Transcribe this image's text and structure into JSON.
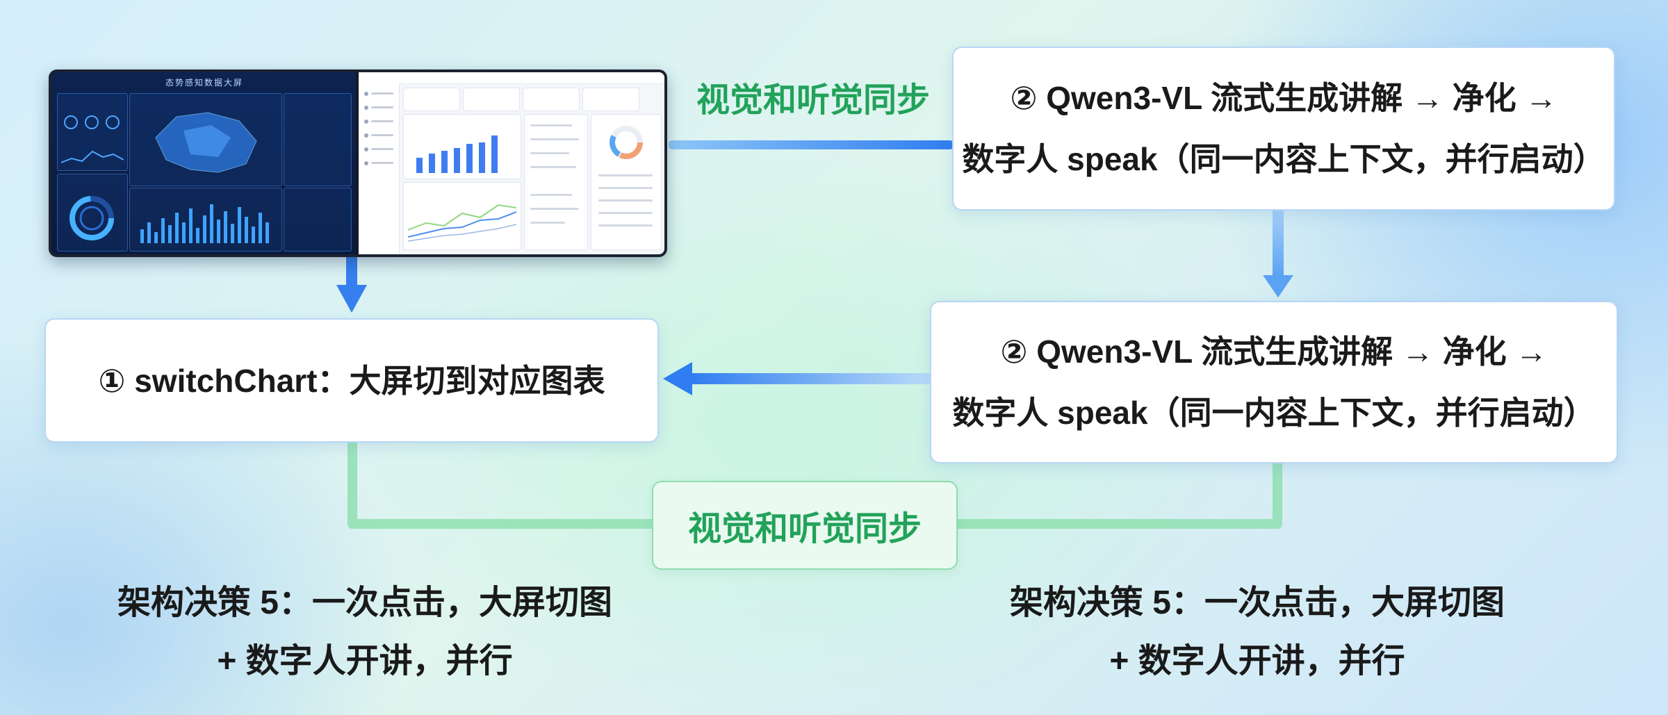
{
  "step1": {
    "text": "① switchChart：大屏切到对应图表"
  },
  "step2_top": {
    "line1": "② Qwen3-VL 流式生成讲解 → 净化 →",
    "line2": "数字人 speak（同一内容上下文，并行启动）"
  },
  "step2_mid": {
    "line1": "② Qwen3-VL 流式生成讲解 → 净化 →",
    "line2": "数字人 speak（同一内容上下文，并行启动）"
  },
  "sync_label_top": "视觉和听觉同步",
  "sync_label_bottom": "视觉和听觉同步",
  "caption_left": {
    "line1": "架构决策 5：一次点击，大屏切图",
    "line2": "+ 数字人开讲，并行"
  },
  "caption_right": {
    "line1": "架构决策 5：一次点击，大屏切图",
    "line2": "+ 数字人开讲，并行"
  },
  "dashboard_title": "态势感知数据大屏",
  "colors": {
    "arrow_blue": "#2f7df0",
    "connector_green": "#86dca6",
    "sync_text": "#22a25a",
    "box_border": "#b8d6f5"
  }
}
